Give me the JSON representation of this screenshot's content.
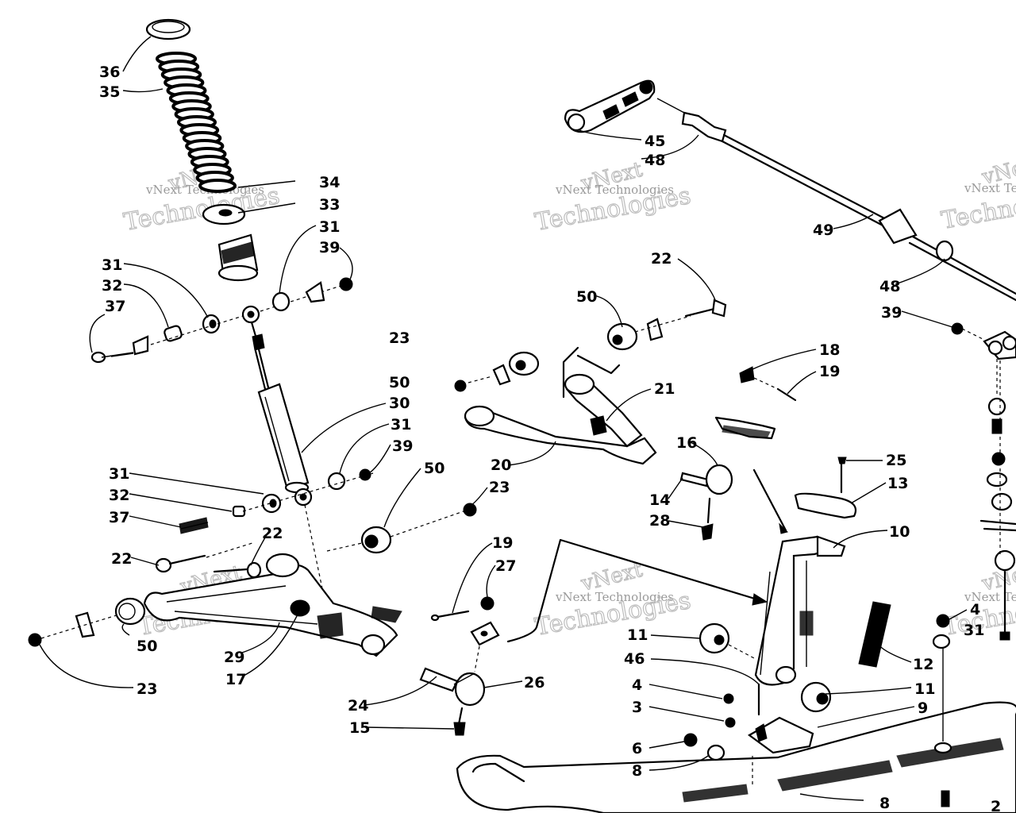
{
  "watermark": {
    "line1": "vNext",
    "line2": "vNext Technologies",
    "line3": "Technologies"
  },
  "callouts": [
    {
      "text": "36"
    },
    {
      "text": "35"
    },
    {
      "text": "34"
    },
    {
      "text": "33"
    },
    {
      "text": "31"
    },
    {
      "text": "39"
    },
    {
      "text": "31"
    },
    {
      "text": "32"
    },
    {
      "text": "37"
    },
    {
      "text": "30"
    },
    {
      "text": "31"
    },
    {
      "text": "39"
    },
    {
      "text": "31"
    },
    {
      "text": "32"
    },
    {
      "text": "37"
    },
    {
      "text": "22"
    },
    {
      "text": "22"
    },
    {
      "text": "50"
    },
    {
      "text": "23"
    },
    {
      "text": "50"
    },
    {
      "text": "29"
    },
    {
      "text": "17"
    },
    {
      "text": "23"
    },
    {
      "text": "24"
    },
    {
      "text": "15"
    },
    {
      "text": "26"
    },
    {
      "text": "19"
    },
    {
      "text": "27"
    },
    {
      "text": "50"
    },
    {
      "text": "23"
    },
    {
      "text": "20"
    },
    {
      "text": "21"
    },
    {
      "text": "22"
    },
    {
      "text": "50"
    },
    {
      "text": "45"
    },
    {
      "text": "48"
    },
    {
      "text": "49"
    },
    {
      "text": "48"
    },
    {
      "text": "39"
    },
    {
      "text": "18"
    },
    {
      "text": "19"
    },
    {
      "text": "16"
    },
    {
      "text": "14"
    },
    {
      "text": "28"
    },
    {
      "text": "25"
    },
    {
      "text": "13"
    },
    {
      "text": "10"
    },
    {
      "text": "12"
    },
    {
      "text": "11"
    },
    {
      "text": "46"
    },
    {
      "text": "4"
    },
    {
      "text": "3"
    },
    {
      "text": "11"
    },
    {
      "text": "9"
    },
    {
      "text": "6"
    },
    {
      "text": "8"
    },
    {
      "text": "8"
    },
    {
      "text": "4"
    },
    {
      "text": "31"
    },
    {
      "text": "2"
    }
  ]
}
